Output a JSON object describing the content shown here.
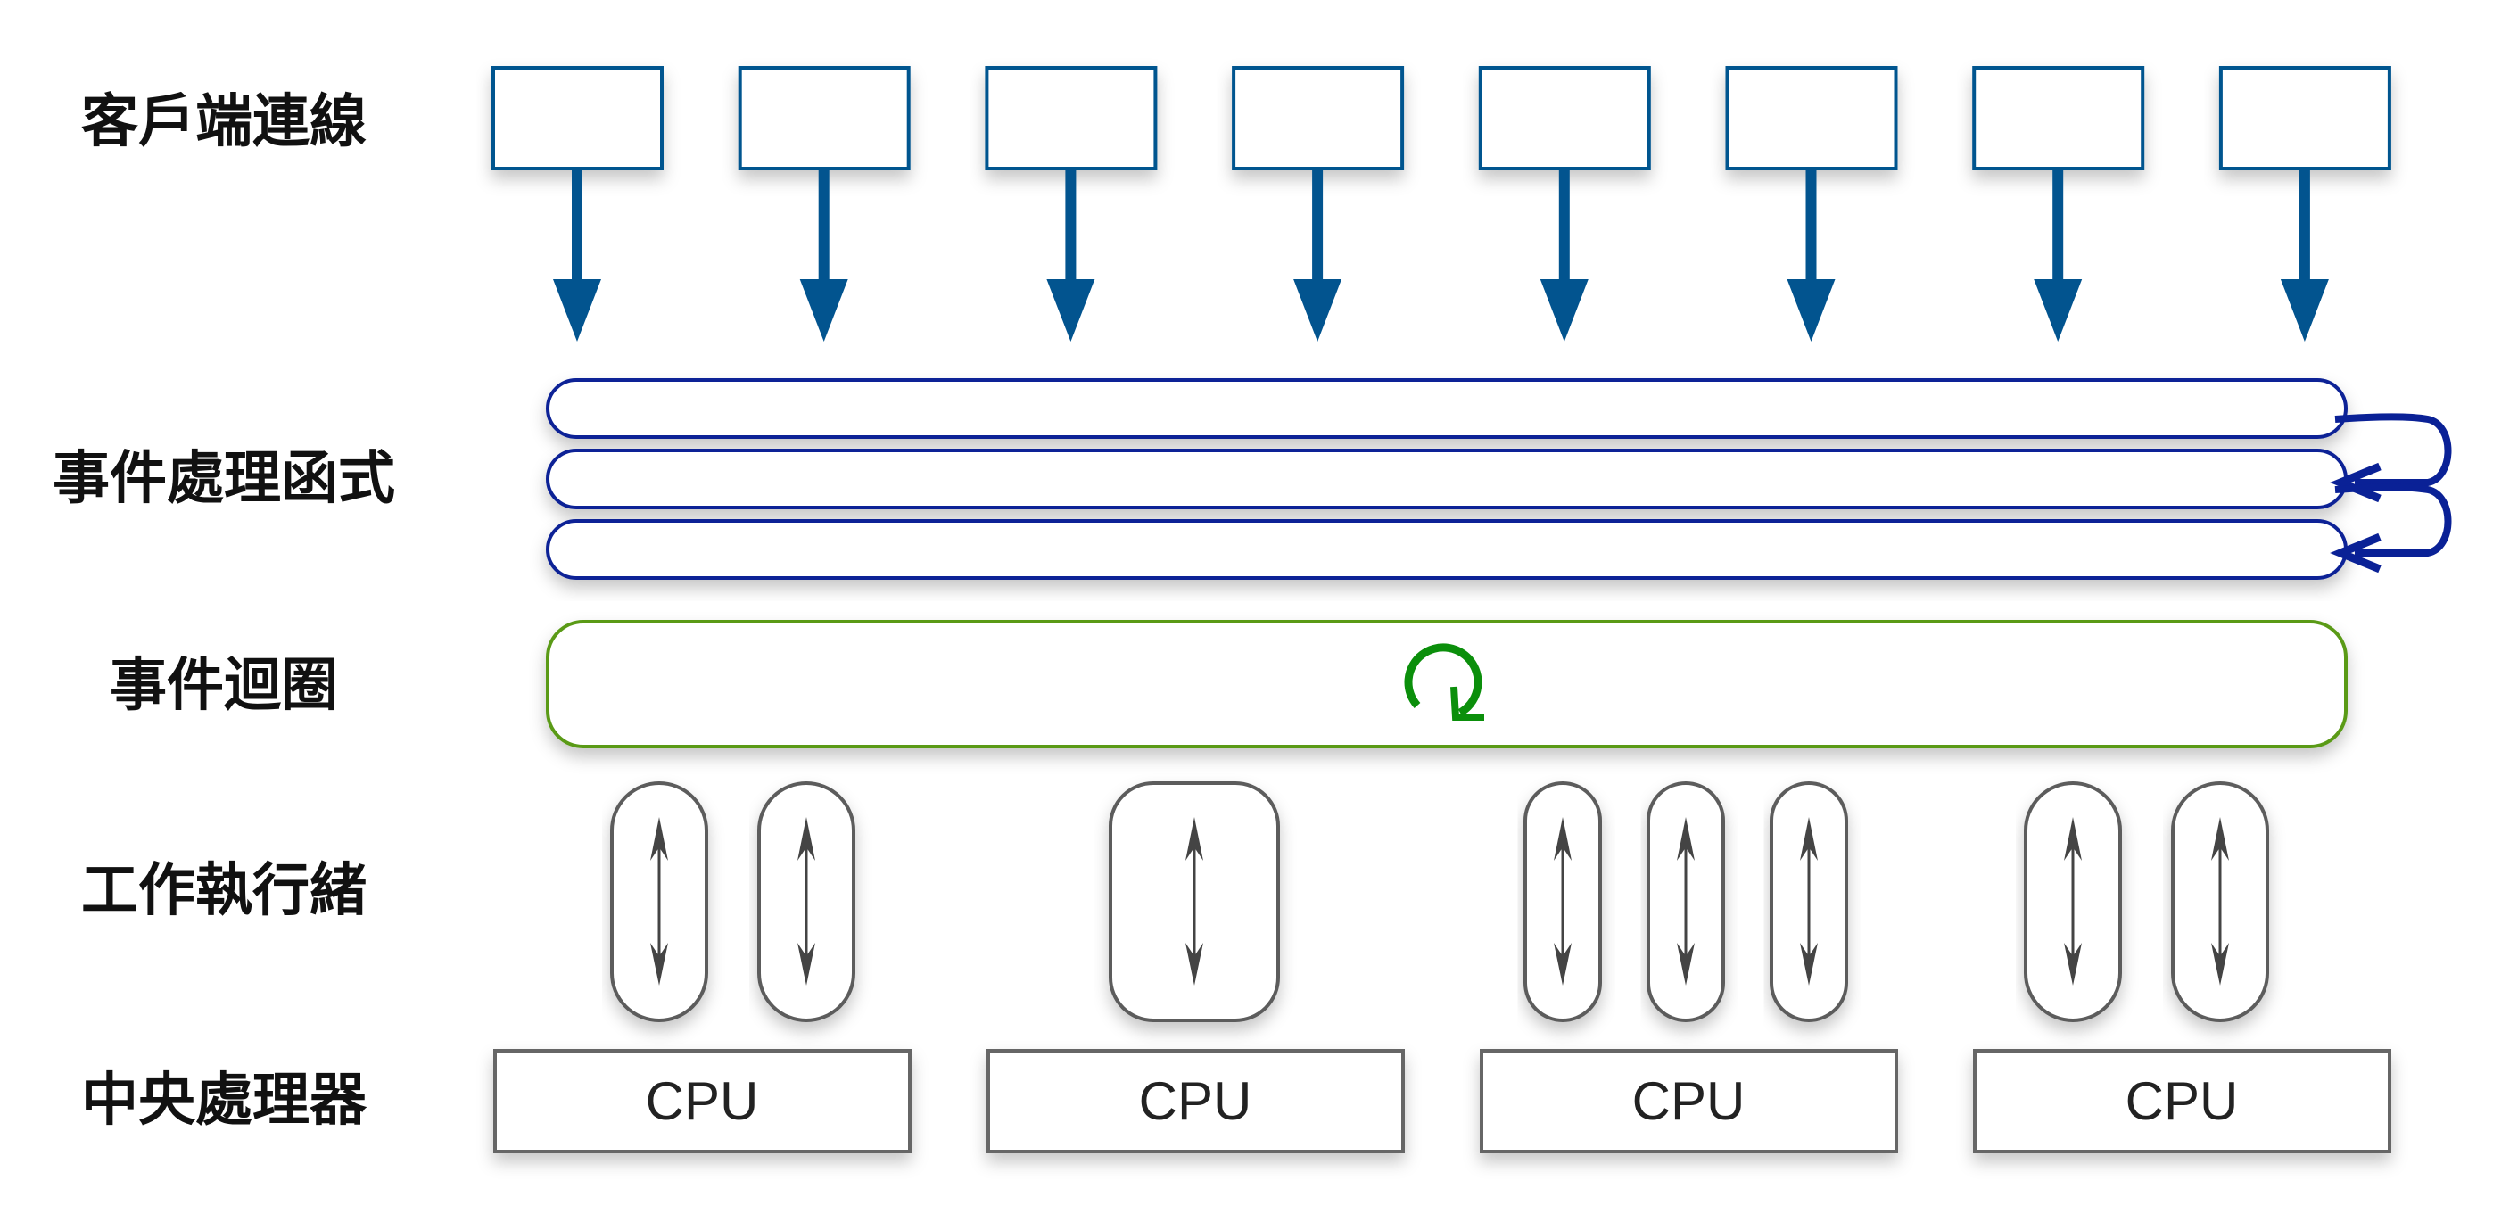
{
  "rows": {
    "clients": "客戶端連線",
    "handlers": "事件處理函式",
    "event_loop": "事件迴圈",
    "workers": "工作執行緒",
    "cpus": "中央處理器"
  },
  "client_connections": {
    "count": 8
  },
  "handler_queue": {
    "count": 3
  },
  "event_loop": {
    "icon": "loop-icon"
  },
  "cpu_groups": [
    {
      "label": "CPU",
      "threads": 2
    },
    {
      "label": "CPU",
      "threads": 1
    },
    {
      "label": "CPU",
      "threads": 3
    },
    {
      "label": "CPU",
      "threads": 2
    }
  ],
  "colors": {
    "client": "#02548f",
    "handler": "#0a2196",
    "event_loop_border": "#5a9a17",
    "loop_icon": "#0b8f0b",
    "thread": "#5c5c5c",
    "cpu_border": "#666666"
  }
}
